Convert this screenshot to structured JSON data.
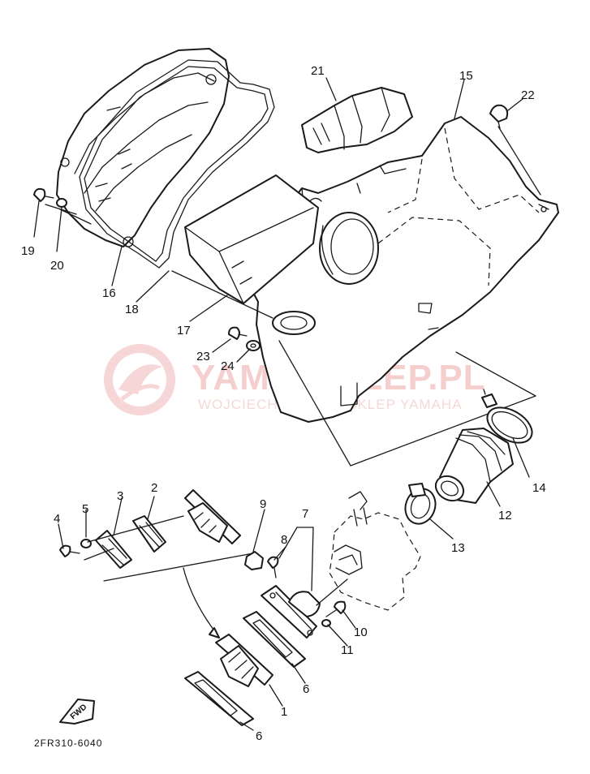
{
  "diagram": {
    "part_numbers": [
      "1",
      "2",
      "3",
      "4",
      "5",
      "6",
      "6",
      "7",
      "8",
      "9",
      "10",
      "11",
      "12",
      "13",
      "14",
      "15",
      "16",
      "17",
      "18",
      "19",
      "20",
      "21",
      "22",
      "23",
      "24"
    ],
    "diagram_code": "2FR310-6040",
    "fwd_tag": "FWD"
  },
  "watermark": {
    "title": "YAMA-SKLEP.PL",
    "subtitle": "WOJCIECHOWICZ & SKLEP YAMAHA",
    "color": "#e8a0a0"
  }
}
